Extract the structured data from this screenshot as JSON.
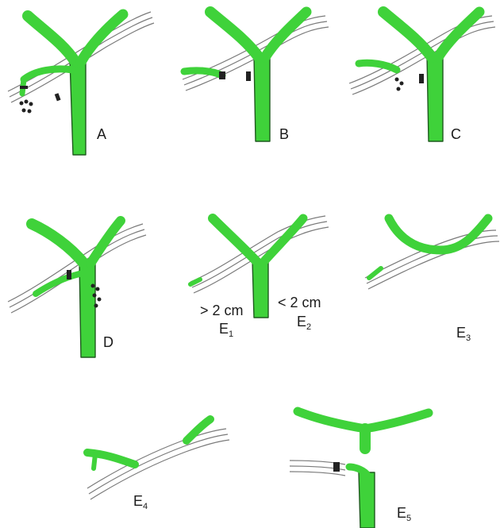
{
  "figure": {
    "panels": [
      {
        "id": "A",
        "label_main": "A",
        "label_sub": ""
      },
      {
        "id": "B",
        "label_main": "B",
        "label_sub": ""
      },
      {
        "id": "C",
        "label_main": "C",
        "label_sub": ""
      },
      {
        "id": "D",
        "label_main": "D",
        "label_sub": ""
      },
      {
        "id": "E1",
        "label_main": "E",
        "label_sub": "1"
      },
      {
        "id": "E2",
        "label_main": "E",
        "label_sub": "2"
      },
      {
        "id": "E3",
        "label_main": "E",
        "label_sub": "3"
      },
      {
        "id": "E4",
        "label_main": "E",
        "label_sub": "4"
      },
      {
        "id": "E5",
        "label_main": "E",
        "label_sub": "5"
      }
    ],
    "annotations": {
      "gt2cm": "> 2 cm",
      "lt2cm": "< 2 cm"
    },
    "colors": {
      "duct_fill": "#3fd23a",
      "duct_outline": "#1f5a1f",
      "artery": "#7a7a7a",
      "clip": "#222222"
    }
  }
}
